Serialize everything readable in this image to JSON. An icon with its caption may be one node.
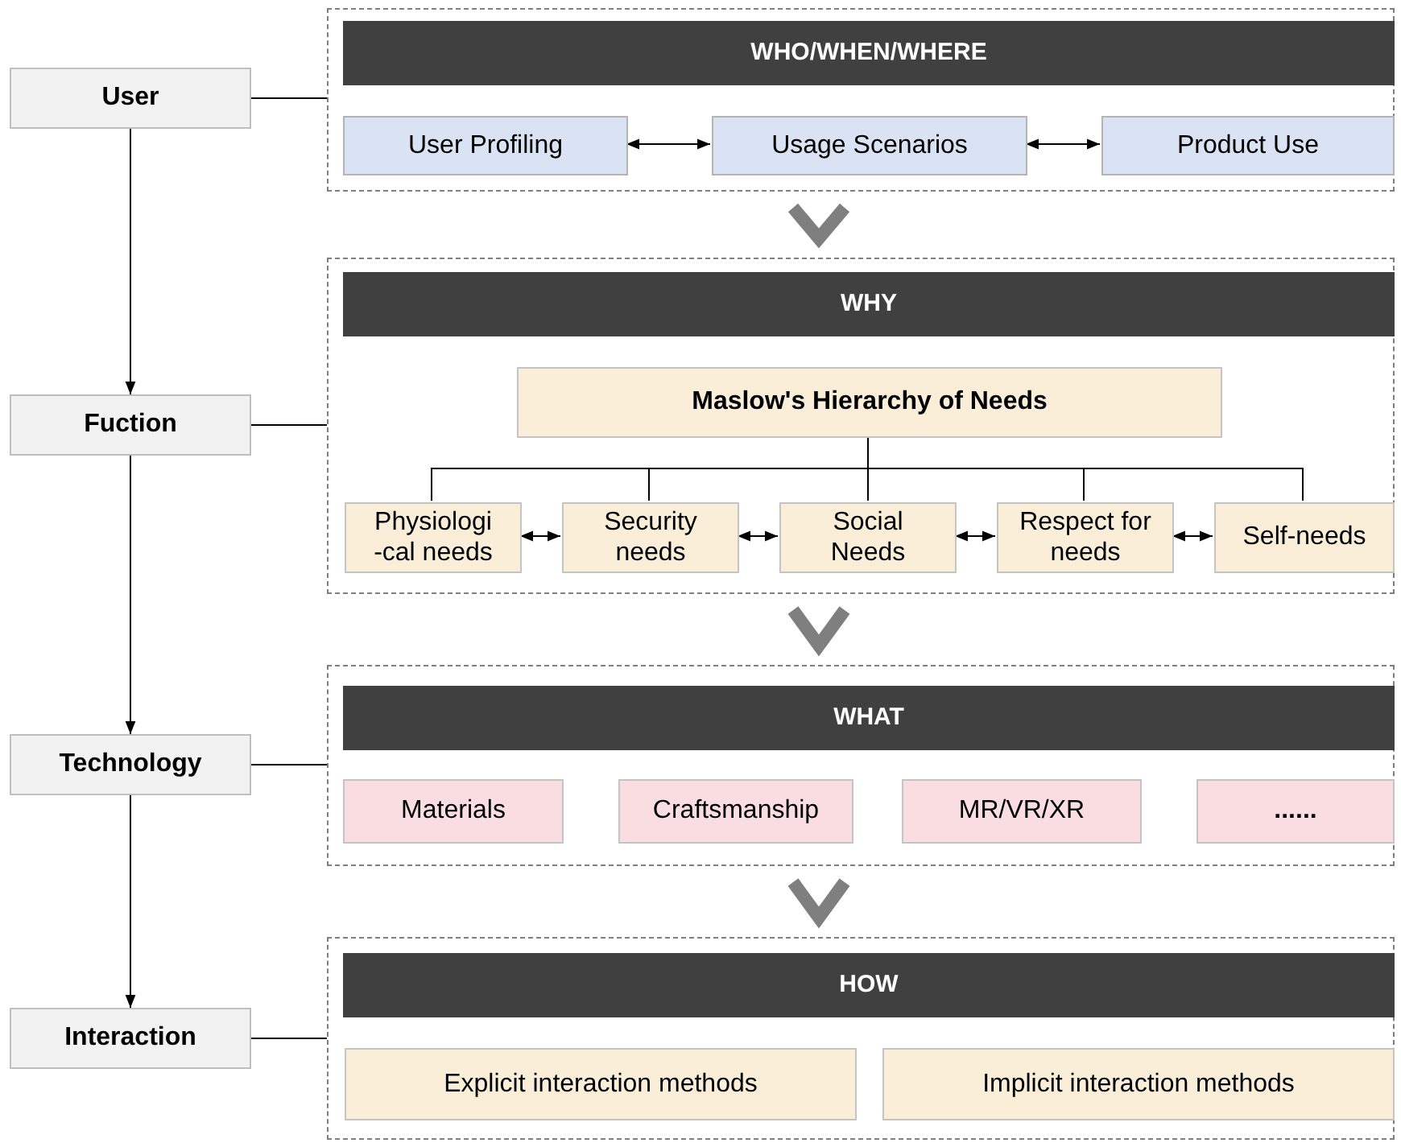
{
  "diagram": {
    "nodes": [
      {
        "text": [
          "User"
        ]
      },
      {
        "text": [],
        "shape": "box"
      },
      {
        "text": [
          "WHO/WHEN/WHERE"
        ],
        "in": 1
      },
      {
        "text": [
          "User Profiling"
        ],
        "in": 1
      },
      {
        "text": [
          "Usage Scenarios"
        ],
        "in": 1
      },
      {
        "text": [
          "Product Use"
        ],
        "in": 1
      },
      {
        "text": [
          "Fuction"
        ]
      },
      {
        "text": [],
        "shape": "box"
      },
      {
        "text": [
          "WHY"
        ],
        "in": 7
      },
      {
        "text": [
          "Maslow's Hierarchy of Needs"
        ],
        "in": 7
      },
      {
        "text": [
          "Physiologi -cal needs"
        ],
        "in": 7
      },
      {
        "text": [
          "Security needs"
        ],
        "in": 7
      },
      {
        "text": [
          "Social Needs"
        ],
        "in": 7
      },
      {
        "text": [
          "Respect for needs"
        ],
        "in": 7
      },
      {
        "text": [
          "Self-needs"
        ],
        "in": 7
      },
      {
        "text": [
          "Technology"
        ]
      },
      {
        "text": [],
        "shape": "box"
      },
      {
        "text": [
          "WHAT"
        ],
        "in": 16
      },
      {
        "text": [
          "Materials"
        ],
        "in": 16
      },
      {
        "text": [
          "Craftsmanship"
        ],
        "in": 16
      },
      {
        "text": [
          "MR/VR/XR"
        ],
        "in": 16
      },
      {
        "text": [
          "......"
        ],
        "in": 16
      },
      {
        "text": [
          "Interaction"
        ]
      },
      {
        "text": [],
        "shape": "box"
      },
      {
        "text": [
          "HOW"
        ],
        "in": 23
      },
      {
        "text": [
          "Explicit interaction methods"
        ],
        "in": 23
      },
      {
        "text": [
          "Implicit interaction methods"
        ],
        "in": 23
      }
    ],
    "edges": [
      {
        "from": 0,
        "to": 1,
        "arrow": "none"
      },
      {
        "from": 6,
        "to": 7,
        "arrow": "none"
      },
      {
        "from": 15,
        "to": 16,
        "arrow": "none"
      },
      {
        "from": 22,
        "to": 23,
        "arrow": "none"
      },
      {
        "from": 0,
        "to": 6,
        "arrow": "to"
      },
      {
        "from": 6,
        "to": 15,
        "arrow": "to"
      },
      {
        "from": 15,
        "to": 22,
        "arrow": "to"
      },
      {
        "from": 3,
        "to": 4,
        "arrow": "both"
      },
      {
        "from": 4,
        "to": 5,
        "arrow": "both"
      },
      {
        "from": 9,
        "to": 10,
        "arrow": "none"
      },
      {
        "from": 9,
        "to": 11,
        "arrow": "none"
      },
      {
        "from": 9,
        "to": 12,
        "arrow": "none"
      },
      {
        "from": 9,
        "to": 13,
        "arrow": "none"
      },
      {
        "from": 9,
        "to": 14,
        "arrow": "none"
      },
      {
        "from": 10,
        "to": 11,
        "arrow": "both"
      },
      {
        "from": 11,
        "to": 12,
        "arrow": "both"
      },
      {
        "from": 12,
        "to": 13,
        "arrow": "both"
      },
      {
        "from": 13,
        "to": 14,
        "arrow": "both"
      },
      {
        "from": 1,
        "to": 7,
        "arrow": "to",
        "style": "thick",
        "color": "#7f7f7f"
      },
      {
        "from": 7,
        "to": 16,
        "arrow": "to",
        "style": "thick",
        "color": "#7f7f7f"
      },
      {
        "from": 16,
        "to": 23,
        "arrow": "to",
        "style": "thick",
        "color": "#7f7f7f"
      }
    ]
  }
}
